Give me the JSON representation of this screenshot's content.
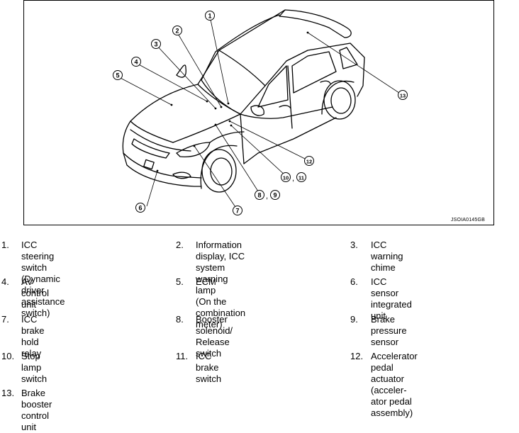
{
  "figure": {
    "code": "JSOIA0145GB",
    "callouts": [
      "1",
      "2",
      "3",
      "4",
      "5",
      "6",
      "7",
      "8",
      "9",
      "10",
      "11",
      "12",
      "13"
    ],
    "pair_separator": ","
  },
  "legend": [
    {
      "num": "1.",
      "text": "ICC steering switch\n(Dynamic driver assistance switch)"
    },
    {
      "num": "2.",
      "text": "Information display, ICC system\nwarning lamp\n(On the combination meter)"
    },
    {
      "num": "3.",
      "text": "ICC warning chime"
    },
    {
      "num": "4.",
      "text": "AV control unit"
    },
    {
      "num": "5.",
      "text": "ECM"
    },
    {
      "num": "6.",
      "text": "ICC sensor integrated unit"
    },
    {
      "num": "7.",
      "text": "ICC brake hold relay"
    },
    {
      "num": "8.",
      "text": "Booster solenoid/ Release switch"
    },
    {
      "num": "9.",
      "text": "Brake pressure sensor"
    },
    {
      "num": "10.",
      "text": "Stop lamp switch"
    },
    {
      "num": "11.",
      "text": "ICC brake switch"
    },
    {
      "num": "12.",
      "text": "Accelerator pedal actuator (acceler-\nator pedal assembly)"
    },
    {
      "num": "13.",
      "text": "Brake booster control unit"
    }
  ]
}
